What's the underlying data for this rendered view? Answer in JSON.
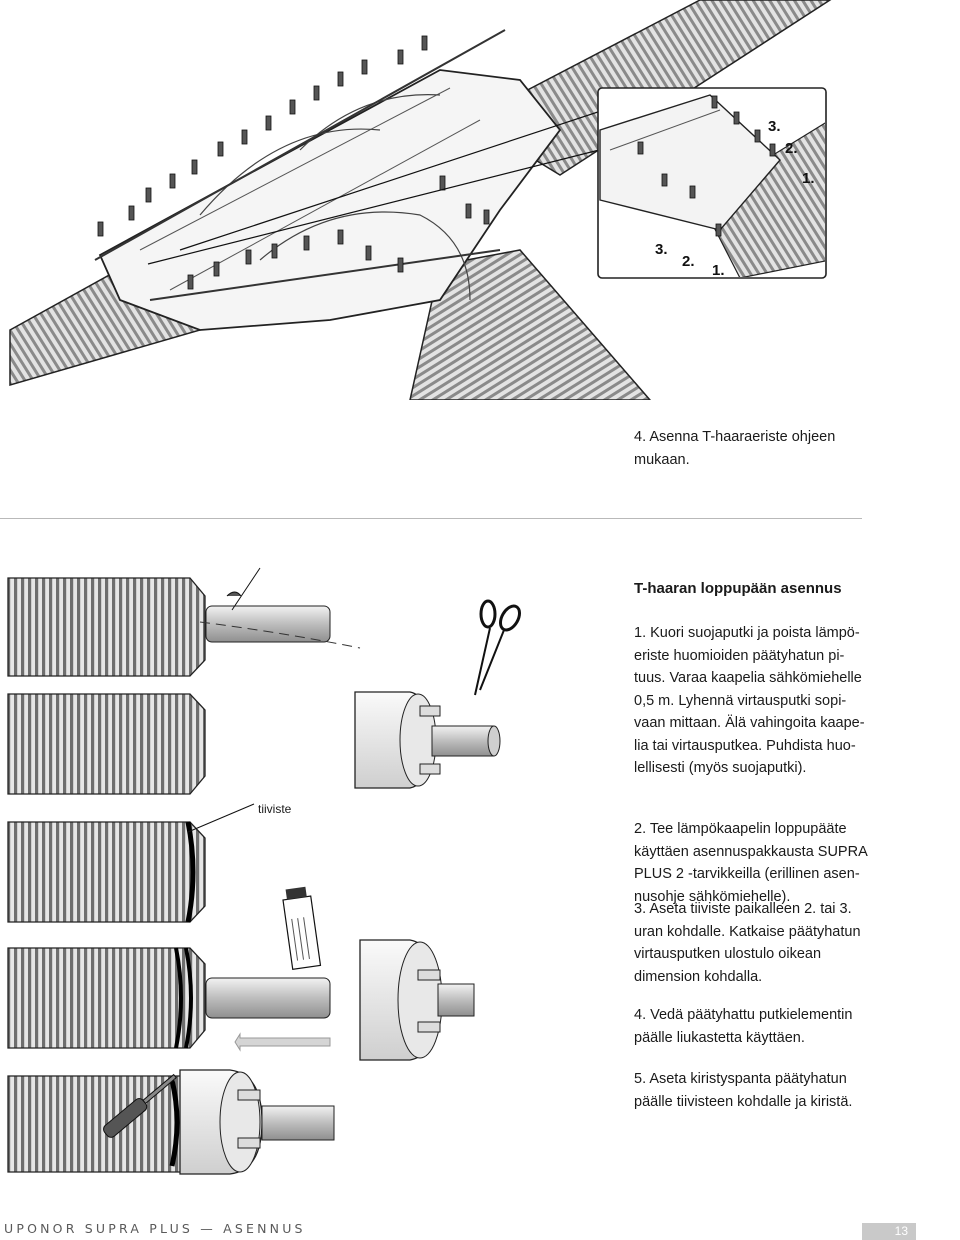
{
  "illustration_top": {
    "inset_numbers_upper": [
      "3.",
      "2.",
      "1."
    ],
    "inset_numbers_lower": [
      "3.",
      "2.",
      "1."
    ]
  },
  "step_top": "4. Asenna T-haaraeriste ohjeen mukaan.",
  "section": {
    "heading": "T-haaran loppupään asennus",
    "steps": [
      "1. Kuori suojaputki ja poista lämpö-eriste huomioiden päätyhatun pi-tuus. Varaa kaapelia sähkömiehelle 0,5 m. Lyhennä virtausputki sopi-vaan mittaan. Älä vahingoita kaape-lia tai virtausputkea. Puhdista huo-lellisesti (myös suojaputki).",
      "2. Tee lämpökaapelin loppupääte käyttäen asennuspakkausta SUPRA PLUS 2 -tarvikkeilla (erillinen asen-nusohje sähkömiehelle).",
      "3. Aseta tiiviste paikalleen 2. tai 3. uran kohdalle. Katkaise päätyhatun virtausputken ulostulo oikean dimension kohdalla.",
      "4. Vedä päätyhattu putkielementin päälle liukastetta käyttäen.",
      "5. Aseta kiristyspanta päätyhatun päälle tiivisteen kohdalle ja kiristä."
    ]
  },
  "label_tiiviste": "tiiviste",
  "footer": {
    "title": "UPONOR SUPRA PLUS — ASENNUS",
    "page": "13"
  },
  "colors": {
    "text": "#1a1a1a",
    "pipe_dark": "#6e6e6e",
    "pipe_light": "#d9d9d9",
    "footer_bar": "#c9c9c9"
  }
}
